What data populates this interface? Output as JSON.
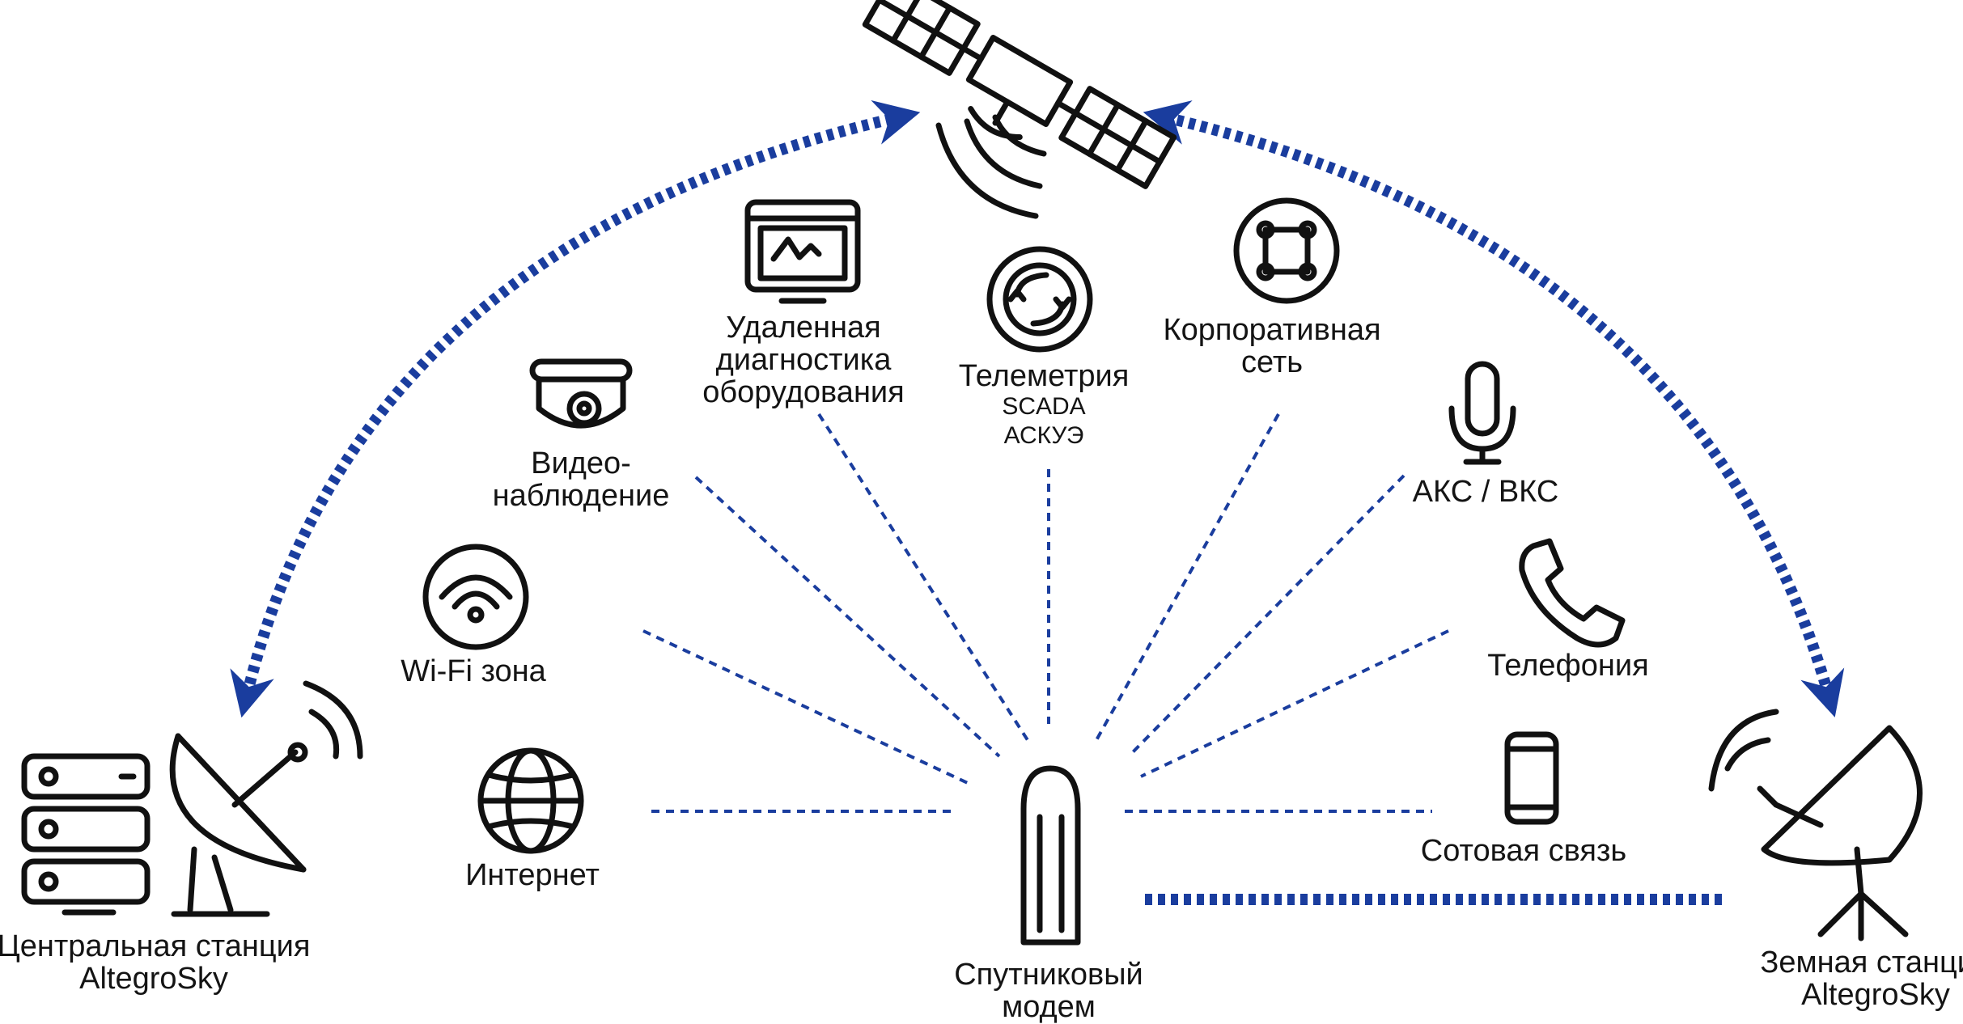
{
  "diagram": {
    "colors": {
      "link": "#1a3d9e",
      "icon": "#111111"
    },
    "satellite": {
      "icon": "satellite-icon"
    },
    "central_station": {
      "line1": "Центральная станция",
      "line2": "AltegroSky",
      "icon": "server-rack-icon"
    },
    "ground_station": {
      "line1": "Земная станция",
      "line2": "AltegroSky",
      "icon": "satellite-dish-icon"
    },
    "modem": {
      "line1": "Спутниковый",
      "line2": "модем",
      "icon": "modem-icon"
    },
    "services": {
      "internet": {
        "label": "Интернет",
        "icon": "globe-icon"
      },
      "wifi": {
        "label": "Wi-Fi зона",
        "icon": "wifi-icon"
      },
      "video": {
        "line1": "Видео-",
        "line2": "наблюдение",
        "icon": "camera-icon"
      },
      "diagnostics": {
        "line1": "Удаленная",
        "line2": "диагностика",
        "line3": "оборудования",
        "icon": "monitor-icon"
      },
      "telemetry": {
        "line1": "Телеметрия",
        "line2": "SCADA",
        "line3": "АСКУЭ",
        "icon": "refresh-icon"
      },
      "corporate": {
        "line1": "Корпоративная",
        "line2": "сеть",
        "icon": "network-icon"
      },
      "aks_vks": {
        "label": "АКС / ВКС",
        "icon": "microphone-icon"
      },
      "telephony": {
        "label": "Телефония",
        "icon": "phone-icon"
      },
      "cellular": {
        "label": "Сотовая связь",
        "icon": "smartphone-icon"
      }
    }
  }
}
